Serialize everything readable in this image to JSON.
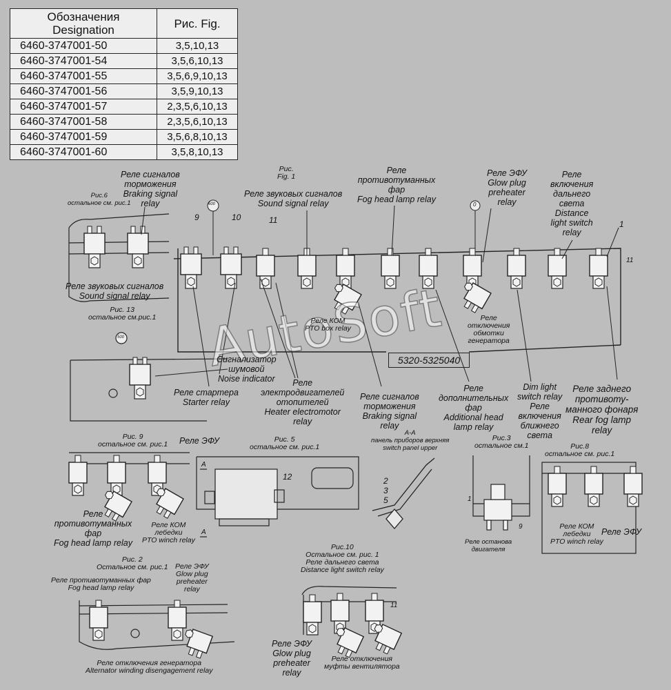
{
  "table": {
    "header": {
      "designation": "Обозначения\nDesignation",
      "fig": "Рис. Fig."
    },
    "rows": [
      {
        "code": "6460-3747001-50",
        "figs": "3,5,10,13"
      },
      {
        "code": "6460-3747001-54",
        "figs": "3,5,6,10,13"
      },
      {
        "code": "6460-3747001-55",
        "figs": "3,5,6,9,10,13"
      },
      {
        "code": "6460-3747001-56",
        "figs": "3,5,9,10,13"
      },
      {
        "code": "6460-3747001-57",
        "figs": "2,3,5,6,10,13"
      },
      {
        "code": "6460-3747001-58",
        "figs": "2,3,5,6,10,13"
      },
      {
        "code": "6460-3747001-59",
        "figs": "3,5,6,8,10,13"
      },
      {
        "code": "6460-3747001-60",
        "figs": "3,5,8,10,13"
      }
    ]
  },
  "watermark": "AutoSoft",
  "part_number": "5320-5325040",
  "labels": {
    "brake_top": "Реле сигналов\nторможения\nBraking signal\nrelay",
    "fig6": "Рис.6\nостальное см. рис.1",
    "fig1": "Рис.\nFig. 1",
    "sound_top": "Реле звуковых сигналов\nSound signal relay",
    "fog_top": "Реле\nпротивотуманных\nфар\nFog head lamp relay",
    "glow_top": "Реле ЭФУ\nGlow plug\npreheater\nrelay",
    "dist_top": "Реле\nвключения\nдальнего\nсвета\nDistance\nlight switch\nrelay",
    "sound_fig6": "Реле звуковых сигналов\nSound signal relay",
    "fig13": "Рис. 13\nостальное см.рис.1",
    "pto_box": "Реле КОМ\nPTO box relay",
    "gen_off": "Реле\nотключения\nобмотки\nгенератора",
    "noise": "Сигнализатор\nшумовой\nNoise indicator",
    "starter": "Реле стартера\nStarter relay",
    "heater": "Реле\nэлектродвигателей\nотопителей\nHeater electromotor\nrelay",
    "brake_mid": "Реле сигналов\nторможения\nBraking signal\nrelay",
    "additional": "Реле\nдополнительных\nфар\nAdditional head\nlamp relay",
    "dim": "Dim light\nswitch relay\nРеле\nвключения\nближнего\nсвета",
    "rear_fog": "Реле заднего\nпротивоту-\nманного фонаря\nRear fog lamp\nrelay",
    "fig9": "Рис. 9\nостальное см. рис.1",
    "efu_fig9": "Реле ЭФУ",
    "fig5": "Рис. 5\nостальное см. рис.1",
    "aa": "А-А\nпанель приборов верхняя\nswitch panel upper",
    "fig3": "Рис.3\nостальное см.1",
    "fig8": "Рис.8\nостальное см. рис.1",
    "fog_fig9": "Реле\nпротивотуманных\nфар\nFog head lamp relay",
    "pto_winch_fig9": "Реле КОМ\nлебедки\nPTO winch relay",
    "engine_stop": "Реле останова\nдвигателя",
    "pto_winch_fig8": "Реле КОМ\nлебедки\nPTO winch relay",
    "efu_fig8": "Реле ЭФУ",
    "fig2": "Рис. 2\nОстальное см. рис.1",
    "fog_fig2": "Реле противотуманных фар\nFog head lamp relay",
    "glow_fig2": "Реле ЭФУ\nGlow plug\npreheater\nrelay",
    "alt": "Реле отключения генератора\nAlternator winding disengagement relay",
    "fig10": "Рис.10\nОстальное см. рис. 1\nРеле дальнего света\nDistance light switch relay",
    "glow_fig10": "Реле ЭФУ\nGlow plug\npreheater\nrelay",
    "fan": "Реле отключения\nмуфты вентилятора"
  },
  "numbers": {
    "n9": "9",
    "n10": "10",
    "n11": "11",
    "n1": "1",
    "n11b": "11",
    "n600": "600",
    "n0": "0",
    "n500": "500",
    "n12": "12",
    "nA1": "A",
    "nA2": "A",
    "n2": "2",
    "n3": "3",
    "n5": "5",
    "n1b": "1",
    "n9b": "9",
    "n11c": "11"
  }
}
